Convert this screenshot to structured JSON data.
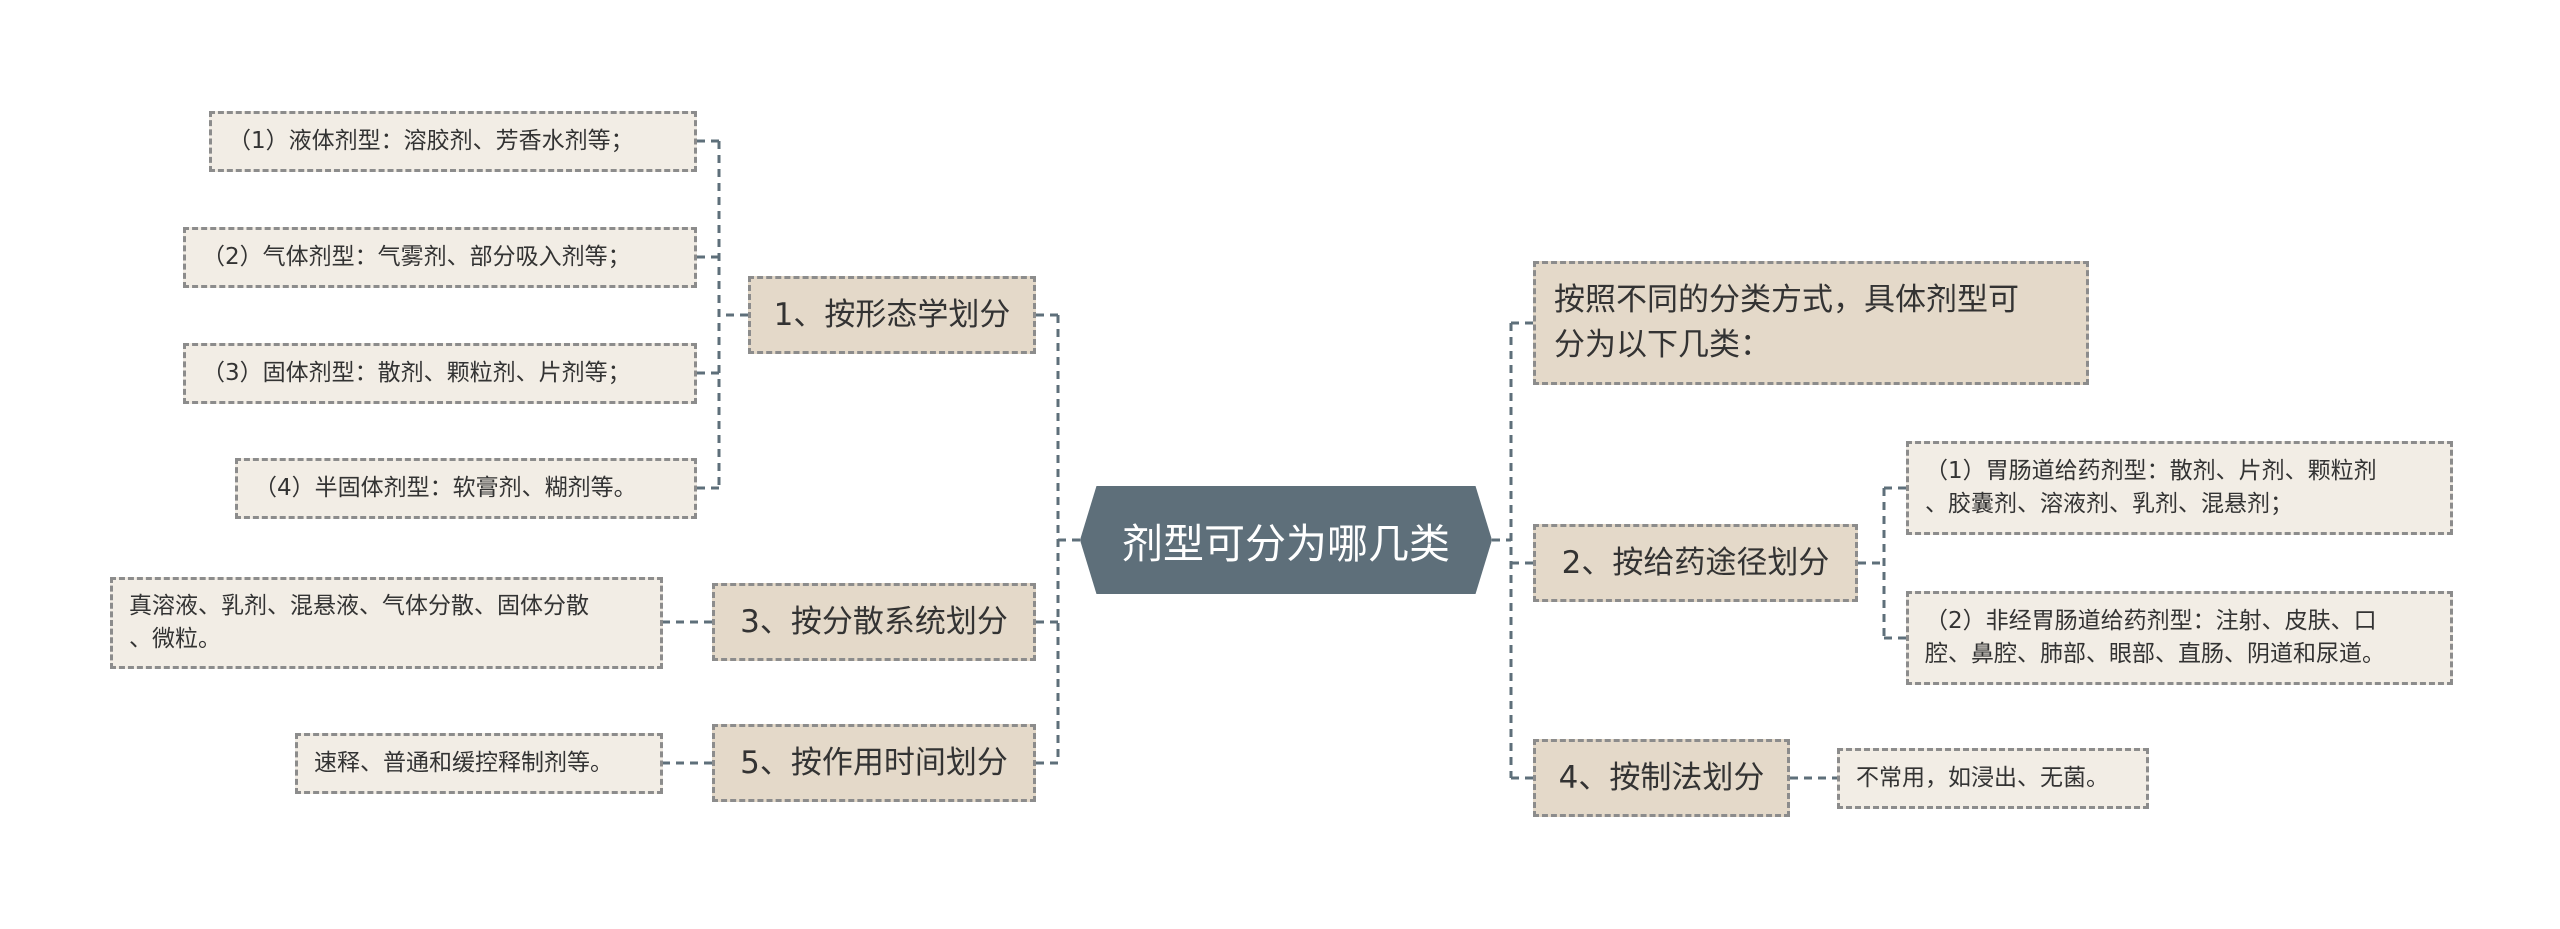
{
  "root": {
    "label": "剂型可分为哪几类"
  },
  "left": {
    "b1": {
      "label": "1、按形态学划分",
      "items": [
        "（1）液体剂型：溶胶剂、芳香水剂等；",
        "（2）气体剂型：气雾剂、部分吸入剂等；",
        "（3）固体剂型：散剂、颗粒剂、片剂等；",
        "（4）半固体剂型：软膏剂、糊剂等。"
      ]
    },
    "b3": {
      "label": "3、按分散系统划分",
      "item": {
        "line1": "真溶液、乳剂、混悬液、气体分散、固体分散",
        "line2": "、微粒。"
      }
    },
    "b5": {
      "label": "5、按作用时间划分",
      "item": "速释、普通和缓控释制剂等。"
    }
  },
  "right": {
    "intro": {
      "line1": "按照不同的分类方式，具体剂型可",
      "line2": "分为以下几类："
    },
    "b2": {
      "label": "2、按给药途径划分",
      "item1": {
        "line1": "（1）胃肠道给药剂型：散剂、片剂、颗粒剂",
        "line2": "、胶囊剂、溶液剂、乳剂、混悬剂；"
      },
      "item2": {
        "line1": "（2）非经胃肠道给药剂型：注射、皮肤、口",
        "line2": "腔、鼻腔、肺部、眼部、直肠、阴道和尿道。"
      }
    },
    "b4": {
      "label": "4、按制法划分",
      "item": "不常用，如浸出、无菌。"
    }
  },
  "colors": {
    "root_bg": "#5e6f7a",
    "branch_bg": "#e4d9c9",
    "leaf_bg": "#f2ede5",
    "connector": "#5e6f7a",
    "border": "#8c8c8c"
  }
}
